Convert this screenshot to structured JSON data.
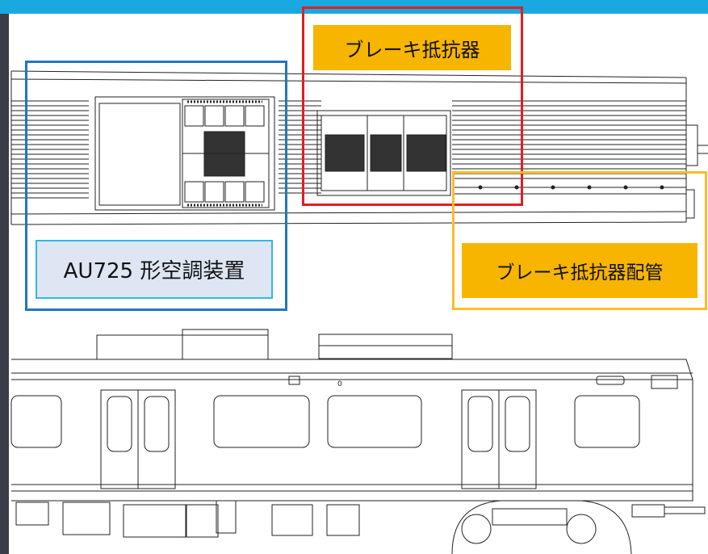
{
  "colors": {
    "top_bar": "#1aa8e0",
    "brake_resistor_frame": "#e31d22",
    "air_conditioner_frame": "#2277bb",
    "brake_piping_frame": "#f8be28",
    "orange_label_fill": "#f7b500",
    "blue_label_fill": "#dde6f2",
    "line": "#222222"
  },
  "labels": {
    "brake_resistor": "ブレーキ抵抗器",
    "air_conditioner": "AU725 形空調装置",
    "brake_piping": "ブレーキ抵抗器配管"
  },
  "side_view": {
    "small_marking": "0"
  }
}
